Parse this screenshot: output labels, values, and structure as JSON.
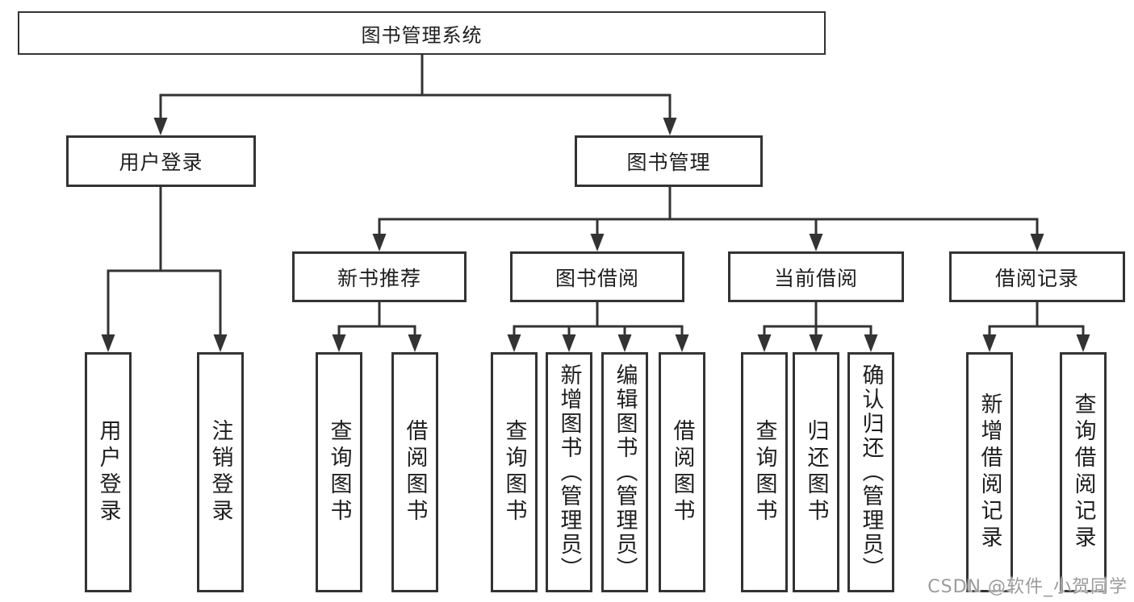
{
  "tree": {
    "label": "图书管理系统",
    "children": [
      {
        "label": "用户登录",
        "children": [
          {
            "label": "用户登录"
          },
          {
            "label": "注销登录"
          }
        ]
      },
      {
        "label": "图书管理",
        "children": [
          {
            "label": "新书推荐",
            "children": [
              {
                "label": "查询图书"
              },
              {
                "label": "借阅图书"
              }
            ]
          },
          {
            "label": "图书借阅",
            "children": [
              {
                "label": "查询图书"
              },
              {
                "label": "新增图书（管理员）"
              },
              {
                "label": "编辑图书（管理员）"
              },
              {
                "label": "借阅图书"
              }
            ]
          },
          {
            "label": "当前借阅",
            "children": [
              {
                "label": "查询图书"
              },
              {
                "label": "归还图书"
              },
              {
                "label": "确认归还（管理员）"
              }
            ]
          },
          {
            "label": "借阅记录",
            "children": [
              {
                "label": "新增借阅记录"
              },
              {
                "label": "查询借阅记录"
              }
            ]
          }
        ]
      }
    ]
  },
  "watermark": {
    "text": "CSDN @软件_小贺同学"
  },
  "colors": {
    "line": "#333333",
    "box_border": "#333333",
    "text": "#1e1e1e",
    "watermark_text": "#9b9b9b",
    "background": "#ffffff"
  }
}
